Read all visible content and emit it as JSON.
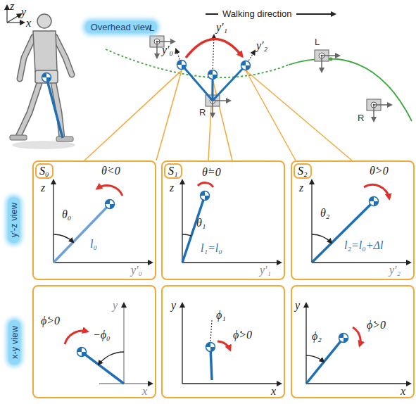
{
  "diagram": {
    "nodes": [
      {
        "text": [
          "Overhead view"
        ]
      },
      {
        "text": [
          "y′-z view"
        ]
      },
      {
        "text": [
          "x-y view"
        ]
      },
      {
        "text": [
          "θ̇<0",
          "z",
          "θ₀",
          "l₀",
          "y′₀"
        ]
      },
      {
        "text": [
          "S₀"
        ],
        "in": 3
      },
      {
        "text": [
          "ϕ̇>0",
          "y",
          "−ϕ₀",
          "x"
        ]
      },
      {
        "text": [
          "θ̇=0",
          "z",
          "θ₁",
          "l₁=l₀",
          "y′₁"
        ]
      },
      {
        "text": [
          "S₁"
        ],
        "in": 6
      },
      {
        "text": [
          "y",
          "ϕ₁",
          "ϕ̇>0",
          "x"
        ]
      },
      {
        "text": [
          "θ̇>0",
          "z",
          "θ₂",
          "l₂=l₀+Δl",
          "y′₂"
        ]
      },
      {
        "text": [
          "S₂"
        ],
        "in": 9
      },
      {
        "text": [
          "y",
          "ϕ₂",
          "ϕ̇>0",
          "x"
        ]
      }
    ],
    "labels": [
      "z",
      "y",
      "x",
      "Walking direction",
      "L",
      "y′₀",
      "y′₁",
      "y′₂",
      "L",
      "R",
      "R"
    ]
  }
}
